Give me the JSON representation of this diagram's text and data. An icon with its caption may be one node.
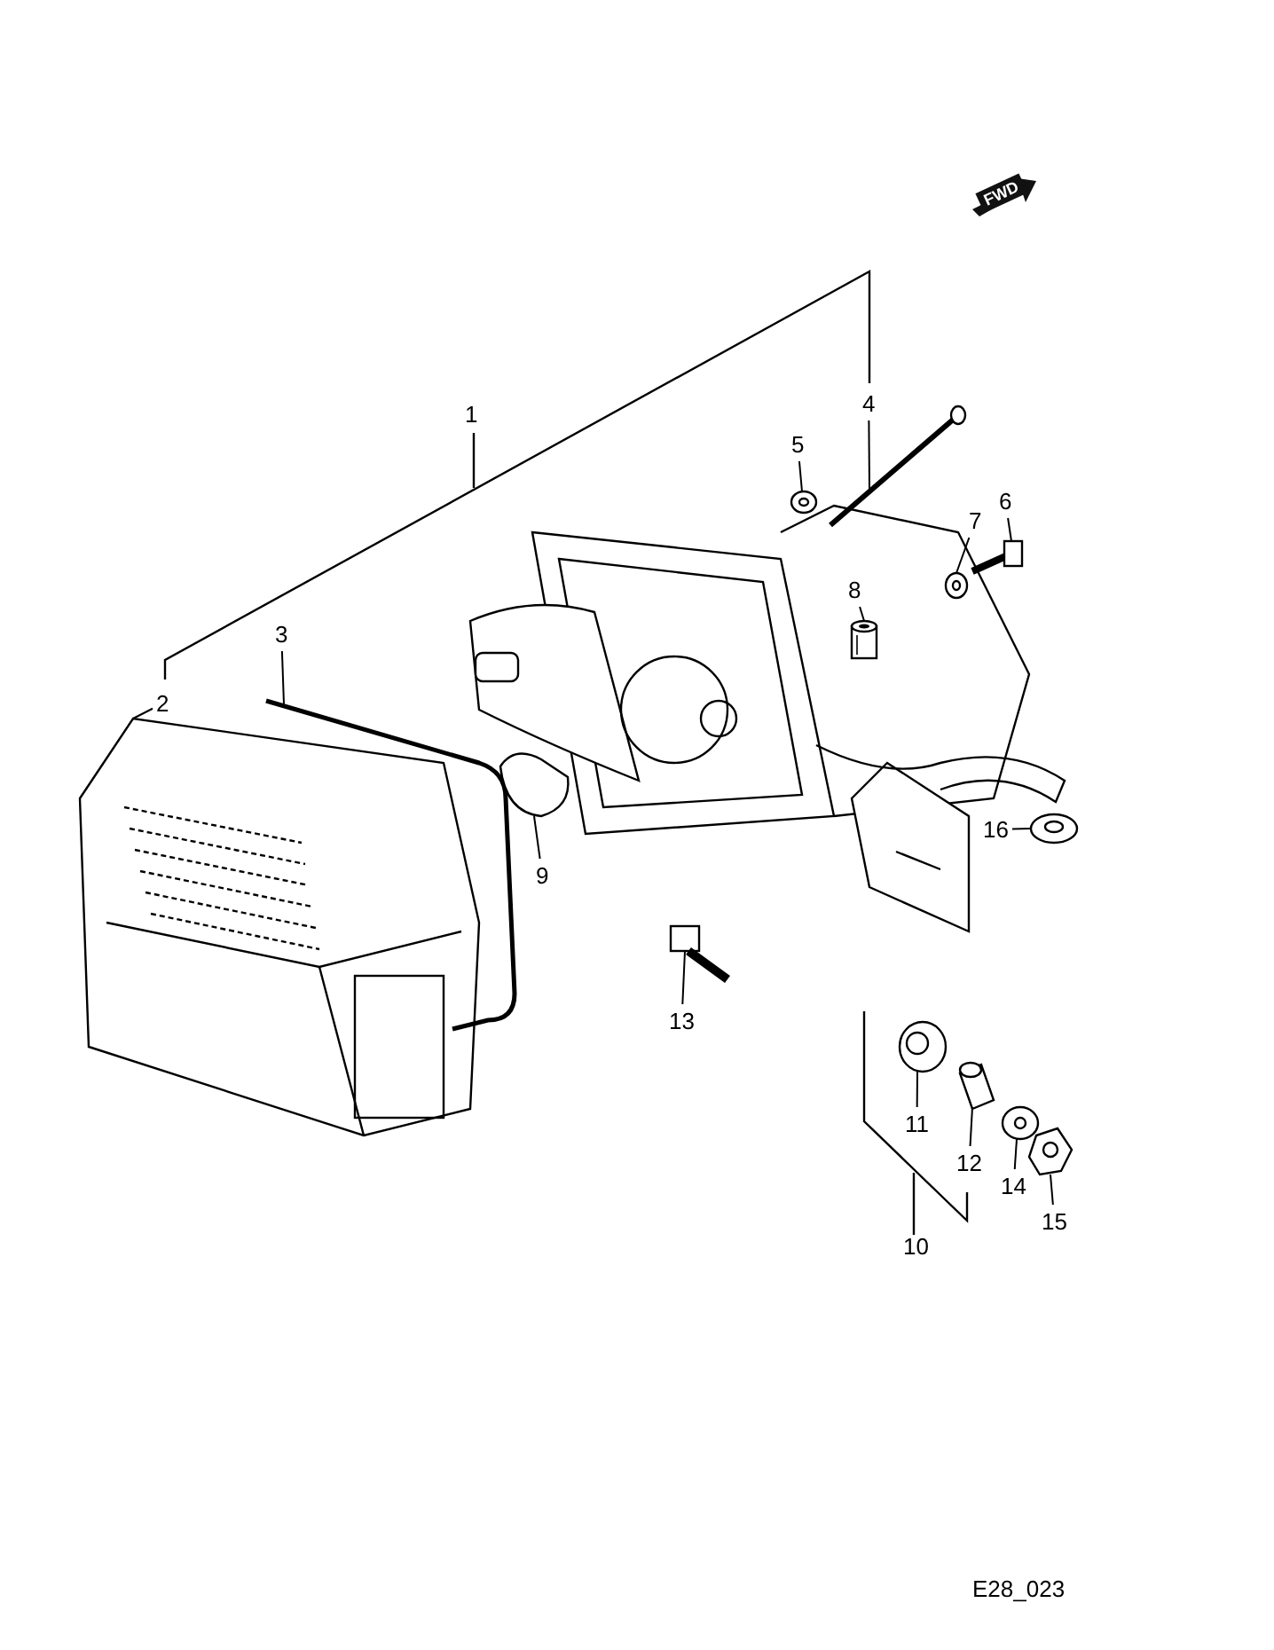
{
  "diagram": {
    "nodes": [
      {
        "text": [
          "2"
        ]
      },
      {
        "text": [
          "3"
        ]
      },
      {
        "text": [
          "4"
        ]
      },
      {
        "text": [
          "5"
        ]
      },
      {
        "text": [
          "6"
        ]
      },
      {
        "text": [
          "7"
        ]
      },
      {
        "text": [
          "8"
        ]
      },
      {
        "text": [
          "9"
        ]
      },
      {
        "text": [
          "11"
        ]
      },
      {
        "text": [
          "12"
        ]
      },
      {
        "text": [
          "13"
        ]
      },
      {
        "text": [
          "14"
        ]
      },
      {
        "text": [
          "15"
        ]
      },
      {
        "text": [
          "16"
        ]
      },
      {
        "text": [],
        "shape": "picture"
      },
      {
        "text": [],
        "shape": "picture"
      },
      {
        "text": [],
        "shape": "picture"
      },
      {
        "text": [],
        "shape": "picture"
      },
      {
        "text": [],
        "shape": "picture"
      },
      {
        "text": [],
        "shape": "picture"
      },
      {
        "text": [],
        "shape": "picture"
      },
      {
        "text": [],
        "shape": "picture"
      },
      {
        "text": [],
        "shape": "picture"
      },
      {
        "text": [],
        "shape": "picture"
      },
      {
        "text": [],
        "shape": "picture"
      },
      {
        "text": [],
        "shape": "picture"
      },
      {
        "text": [],
        "shape": "picture"
      },
      {
        "text": [],
        "shape": "picture"
      }
    ],
    "edges": [
      {
        "from": 0,
        "to": 14,
        "arrow": "none"
      },
      {
        "from": 1,
        "to": 15,
        "arrow": "none"
      },
      {
        "from": 2,
        "to": 16,
        "arrow": "none"
      },
      {
        "from": 3,
        "to": 17,
        "arrow": "none"
      },
      {
        "from": 4,
        "to": 18,
        "arrow": "none"
      },
      {
        "from": 5,
        "to": 19,
        "arrow": "none"
      },
      {
        "from": 6,
        "to": 20,
        "arrow": "none"
      },
      {
        "from": 7,
        "to": 21,
        "arrow": "none"
      },
      {
        "from": 8,
        "to": 22,
        "arrow": "none"
      },
      {
        "from": 9,
        "to": 23,
        "arrow": "none"
      },
      {
        "from": 10,
        "to": 24,
        "arrow": "none"
      },
      {
        "from": 11,
        "to": 25,
        "arrow": "none"
      },
      {
        "from": 12,
        "to": 26,
        "arrow": "none"
      },
      {
        "from": 13,
        "to": 27,
        "arrow": "none"
      }
    ],
    "labels": [
      "FWD",
      "1",
      "10",
      "E28_023"
    ]
  }
}
